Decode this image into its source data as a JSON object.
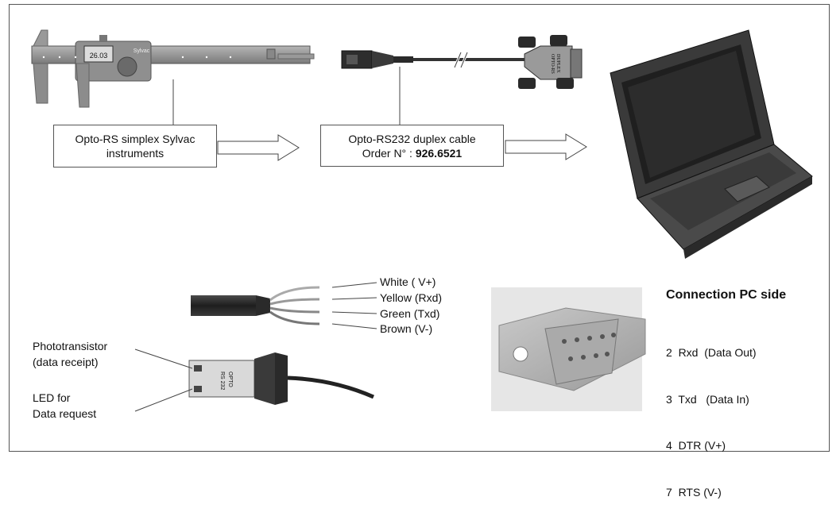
{
  "caliper": {
    "display": "26.03",
    "brand": "Sylvac"
  },
  "boxes": {
    "instruments": {
      "line1": "Opto-RS simplex Sylvac",
      "line2": "instruments"
    },
    "cable": {
      "line1": "Opto-RS232 duplex cable",
      "order_prefix": "Order N° : ",
      "order_number": "926.6521"
    }
  },
  "connector_print": {
    "line1": "OPTO-RS",
    "line2": "DUPLEX"
  },
  "plug_print": {
    "line1": "OPTO",
    "line2": "RS 232"
  },
  "wires": [
    "White ( V+)",
    "Yellow (Rxd)",
    "Green (Txd)",
    "Brown (V-)"
  ],
  "plug_labels": {
    "phototransistor": {
      "line1": "Phototransistor",
      "line2": "(data receipt)"
    },
    "led": {
      "line1": "LED for",
      "line2": "Data request"
    }
  },
  "pc_side": {
    "title": "Connection PC side",
    "pins": [
      "2  Rxd  (Data Out)",
      "3  Txd   (Data In)",
      "4  DTR (V+)",
      "7  RTS (V-)"
    ]
  },
  "colors": {
    "frame": "#555555",
    "device_gray": "#8a8a8a",
    "dark": "#2a2a2a"
  }
}
